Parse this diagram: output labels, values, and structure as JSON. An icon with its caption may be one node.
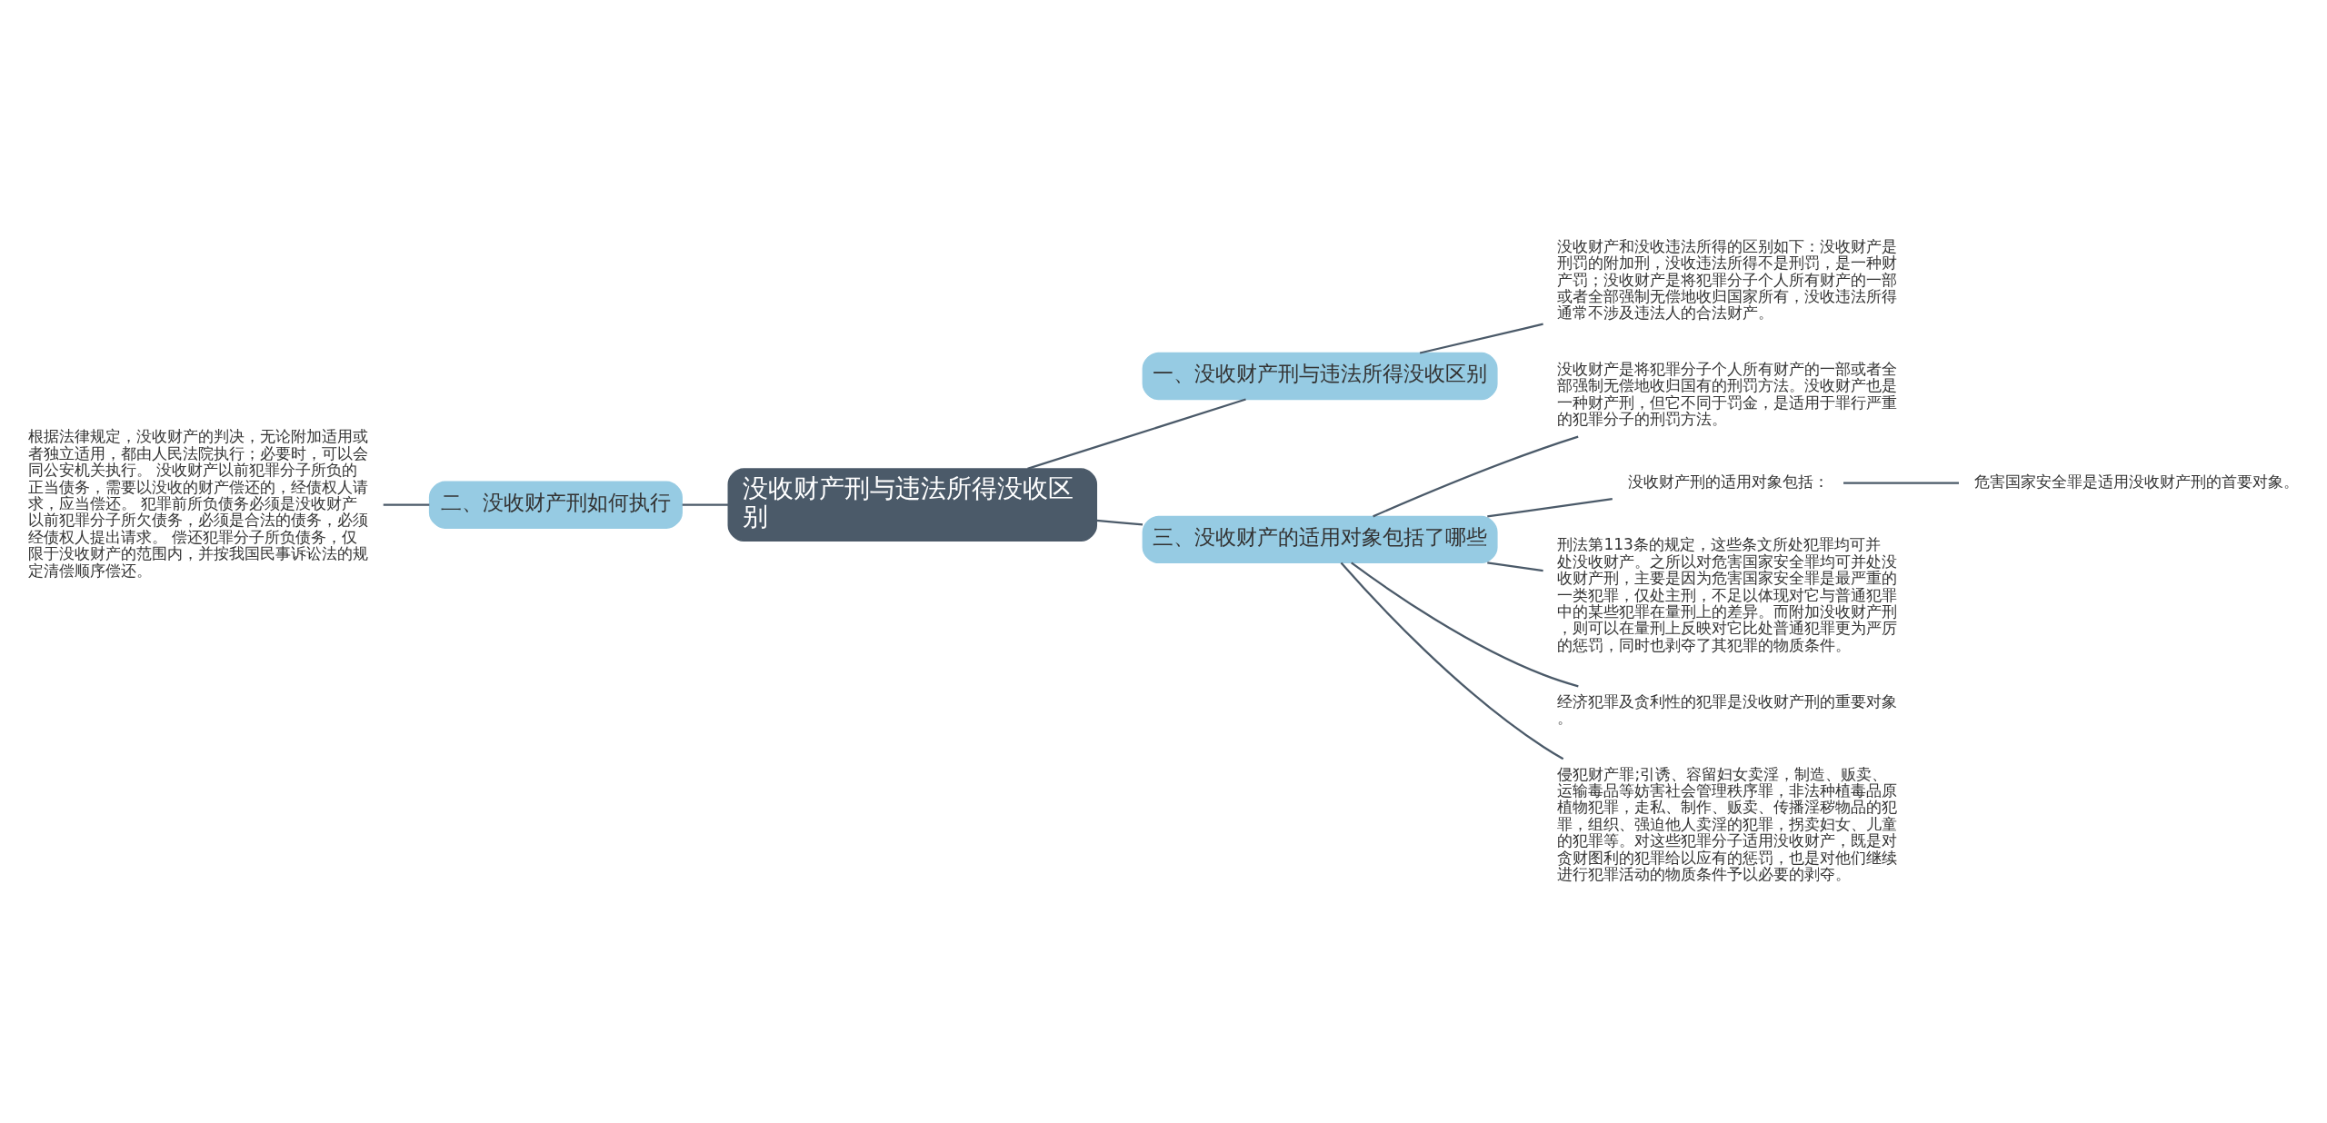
{
  "diagram": {
    "nodes": [
      {
        "text": [
          "没收财产刑与违法所得没收区别"
        ]
      },
      {
        "text": [
          "一、没收财产刑与违法所得没收区别"
        ]
      },
      {
        "text": [
          "没收财产和没收违法所得的区别如下：没收财产是刑罚的附加刑，没收违法所得不是刑罚，是一种财产罚；没收财产是将犯罪分子个人所有财产的一部或者全部强制无偿地收归国家所有，没收违法所得通常不涉及违法人的合法财产。"
        ]
      },
      {
        "text": [
          "二、没收财产刑如何执行"
        ]
      },
      {
        "text": [
          "根据法律规定，没收财产的判决，无论附加适用或者独立适用，都由人民法院执行；必要时，可以会同公安机关执行。 没收财产以前犯罪分子所负的正当债务，需要以没收的财产偿还的，经债权人请求，应当偿还。 犯罪前所负债务必须是没收财产以前犯罪分子所欠债务，必须是合法的债务，必须经债权人提出请求。 偿还犯罪分子所负债务，仅限于没收财产的范围内，并按我国民事诉讼法的规定清偿顺序偿还。"
        ]
      },
      {
        "text": [
          "三、没收财产的适用对象包括了哪些"
        ]
      },
      {
        "text": [
          "没收财产是将犯罪分子个人所有财产的一部或者全部强制无偿地收归国有的刑罚方法。没收财产也是一种财产刑，但它不同于罚金，是适用于罪行严重的犯罪分子的刑罚方法。"
        ]
      },
      {
        "text": [
          "没收财产刑的适用对象包括："
        ]
      },
      {
        "text": [
          "危害国家安全罪是适用没收财产刑的首要对象。"
        ]
      },
      {
        "text": [
          "刑法第113条的规定，这些条文所处犯罪均可并处没收财产。之所以对危害国家安全罪均可并处没收财产刑，主要是因为危害国家安全罪是最严重的一类犯罪，仅处主刑，不足以体现对它与普通犯罪中的某些犯罪在量刑上的差异。而附加没收财产刑，则可以在量刑上反映对它比处普通犯罪更为严厉的惩罚，同时也剥夺了其犯罪的物质条件。"
        ]
      },
      {
        "text": [
          "经济犯罪及贪利性的犯罪是没收财产刑的重要对象。"
        ]
      },
      {
        "text": [
          "侵犯财产罪;引诱、容留妇女卖淫，制造、贩卖、运输毒品等妨害社会管理秩序罪，非法种植毒品原植物犯罪，走私、制作、贩卖、传播淫秽物品的犯罪，组织、强迫他人卖淫的犯罪，拐卖妇女、儿童的犯罪等。对这些犯罪分子适用没收财产，既是对贪财图利的犯罪给以应有的惩罚，也是对他们继续进行犯罪活动的物质条件予以必要的剥夺。"
        ]
      }
    ],
    "edges": [
      {
        "from": 0,
        "to": 1,
        "arrow": "none"
      },
      {
        "from": 1,
        "to": 2,
        "arrow": "none"
      },
      {
        "from": 0,
        "to": 3,
        "arrow": "none"
      },
      {
        "from": 3,
        "to": 4,
        "arrow": "none"
      },
      {
        "from": 0,
        "to": 5,
        "arrow": "none"
      },
      {
        "from": 5,
        "to": 6,
        "arrow": "none"
      },
      {
        "from": 5,
        "to": 7,
        "arrow": "none"
      },
      {
        "from": 7,
        "to": 8,
        "arrow": "none"
      },
      {
        "from": 5,
        "to": 9,
        "arrow": "none"
      },
      {
        "from": 5,
        "to": 10,
        "arrow": "none"
      },
      {
        "from": 5,
        "to": 11,
        "arrow": "none"
      }
    ]
  }
}
